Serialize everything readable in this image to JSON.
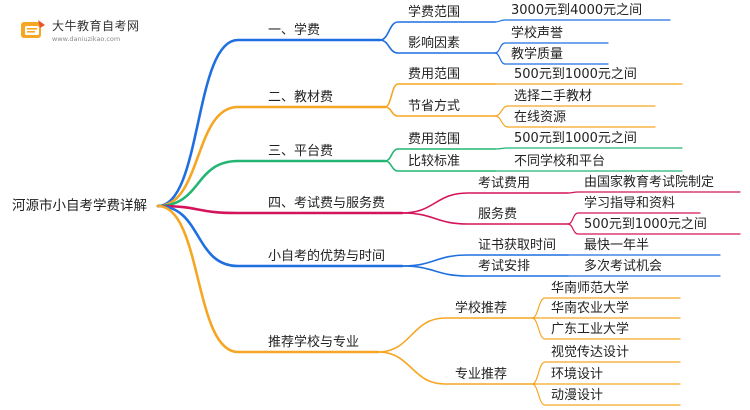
{
  "logo": {
    "title": "大牛教育自考网",
    "url": "www.daniuzikao.com"
  },
  "root": "河源市小自考学费详解",
  "colors": {
    "blue": "#1f6fe0",
    "orange": "#f5a623",
    "green": "#22b573",
    "magenta": "#d4145a"
  },
  "branches": [
    {
      "label": "一、学费",
      "color": "blue",
      "children": [
        {
          "label": "学费范围",
          "children": [
            "3000元到4000元之间"
          ]
        },
        {
          "label": "影响因素",
          "children": [
            "学校声誉",
            "教学质量"
          ]
        }
      ]
    },
    {
      "label": "二、教材费",
      "color": "orange",
      "children": [
        {
          "label": "费用范围",
          "children": [
            "500元到1000元之间"
          ]
        },
        {
          "label": "节省方式",
          "children": [
            "选择二手教材",
            "在线资源"
          ]
        }
      ]
    },
    {
      "label": "三、平台费",
      "color": "green",
      "children": [
        {
          "label": "费用范围",
          "children": [
            "500元到1000元之间"
          ]
        },
        {
          "label": "比较标准",
          "children": [
            "不同学校和平台"
          ]
        }
      ]
    },
    {
      "label": "四、考试费与服务费",
      "color": "magenta",
      "children": [
        {
          "label": "考试费用",
          "children": [
            "由国家教育考试院制定"
          ]
        },
        {
          "label": "服务费",
          "children": [
            "学习指导和资料",
            "500元到1000元之间"
          ]
        }
      ]
    },
    {
      "label": "小自考的优势与时间",
      "color": "blue",
      "children": [
        {
          "label": "证书获取时间",
          "children": [
            "最快一年半"
          ]
        },
        {
          "label": "考试安排",
          "children": [
            "多次考试机会"
          ]
        }
      ]
    },
    {
      "label": "推荐学校与专业",
      "color": "orange",
      "children": [
        {
          "label": "学校推荐",
          "children": [
            "华南师范大学",
            "华南农业大学",
            "广东工业大学"
          ]
        },
        {
          "label": "专业推荐",
          "children": [
            "视觉传达设计",
            "环境设计",
            "动漫设计"
          ]
        }
      ]
    }
  ]
}
